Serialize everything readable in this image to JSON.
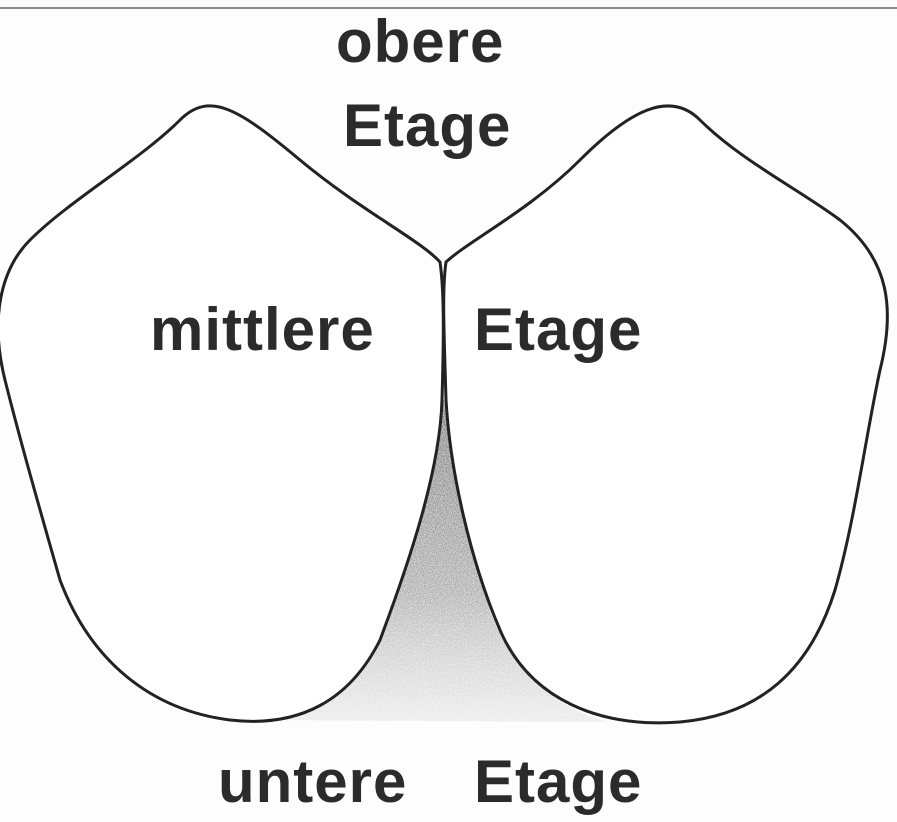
{
  "labels": {
    "upper_line1": "obere",
    "upper_line2": "Etage",
    "middle_left": "mittlere",
    "middle_right": "Etage",
    "lower_left": "untere",
    "lower_right": "Etage"
  },
  "colors": {
    "outline": "#222222",
    "text": "#2b2b2b",
    "shading": "#555555",
    "background": "#fdfdfd"
  }
}
